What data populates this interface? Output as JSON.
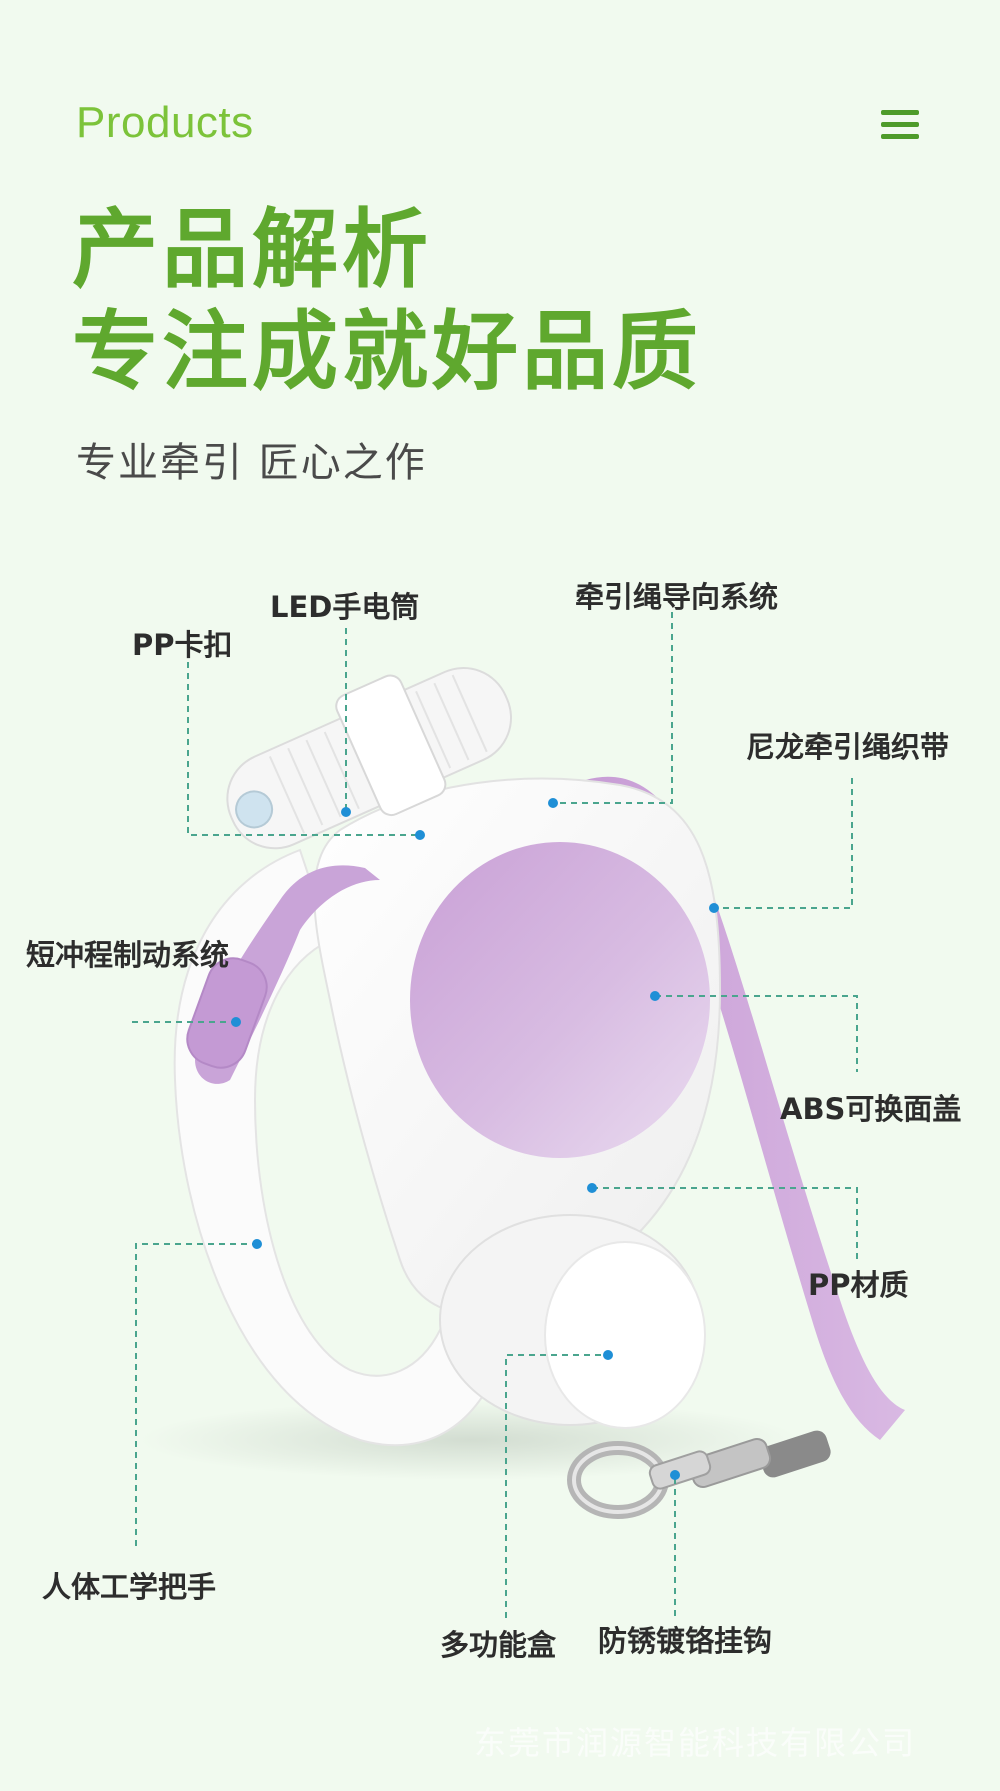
{
  "header": {
    "section_label": "Products",
    "menu_icon": "hamburger-menu-icon"
  },
  "hero": {
    "headline_line1": "产品解析",
    "headline_line2": "专注成就好品质",
    "tagline": "专业牵引 匠心之作"
  },
  "callouts": {
    "pp_buckle": "PP卡扣",
    "led_flashlight": "LED手电筒",
    "rope_guide_system": "牵引绳导向系统",
    "nylon_webbing": "尼龙牵引绳织带",
    "short_brake_system": "短冲程制动系统",
    "abs_cover": "ABS可换面盖",
    "pp_material": "PP材质",
    "ergonomic_handle": "人体工学把手",
    "multi_box": "多功能盒",
    "hook": "防锈镀铬挂钩"
  },
  "watermark": "东莞市润源智能科技有限公司",
  "colors": {
    "background": "#f1faef",
    "brand_green": "#5fa82e",
    "label_green": "#7cc33a",
    "accent_purple": "#c9a4d8",
    "callout_dot": "#1f8fd6",
    "callout_line": "#4aa58e"
  }
}
